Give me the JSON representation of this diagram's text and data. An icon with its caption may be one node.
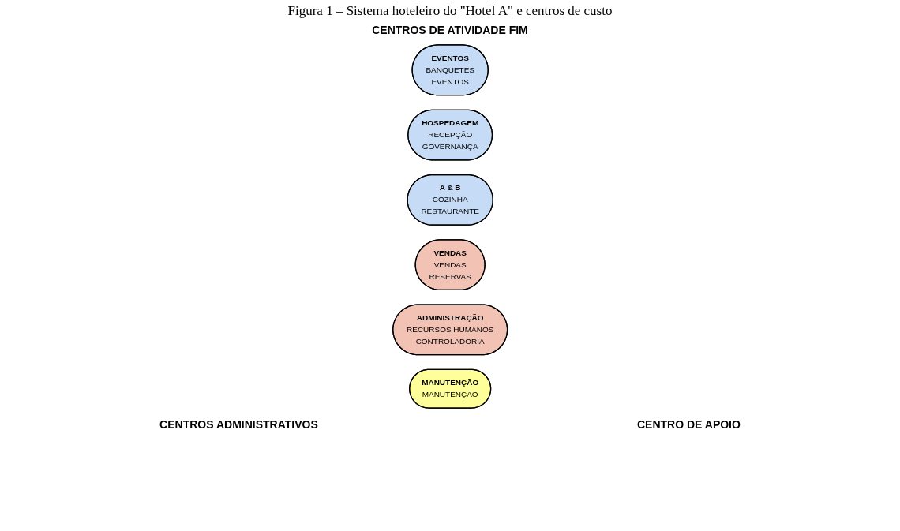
{
  "diagram": {
    "title": "Figura 1 – Sistema hoteleiro do \"Hotel A\" e centros de custo",
    "nodes": [
      {
        "text": [
          "EVENTOS",
          "BANQUETES",
          "EVENTOS"
        ]
      },
      {
        "text": [
          "HOSPEDAGEM",
          "RECEPÇÃO",
          "GOVERNANÇA"
        ]
      },
      {
        "text": [
          "A & B",
          "COZINHA",
          "RESTAURANTE"
        ]
      },
      {
        "text": [
          "VENDAS",
          "VENDAS",
          "RESERVAS"
        ]
      },
      {
        "text": [
          "ADMINISTRAÇÃO",
          "RECURSOS HUMANOS",
          "CONTROLADORIA"
        ]
      },
      {
        "text": [
          "MANUTENÇÃO",
          "MANUTENÇÃO"
        ]
      }
    ],
    "edges": [],
    "labels": [
      "CENTROS DE ATIVIDADE FIM",
      "CENTROS ADMINISTRATIVOS",
      "CENTRO DE APOIO"
    ]
  }
}
